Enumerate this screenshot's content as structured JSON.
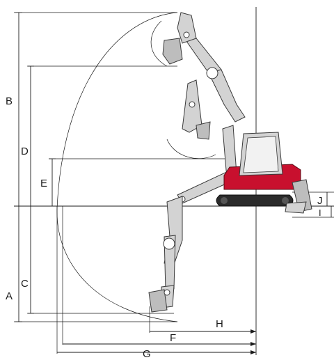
{
  "labels": {
    "A": "A",
    "B": "B",
    "C": "C",
    "D": "D",
    "E": "E",
    "F": "F",
    "G": "G",
    "H": "H",
    "I": "I",
    "J": "J"
  },
  "colors": {
    "body": "#c8102e",
    "arm": "#d3d3d3",
    "line": "#1a1a1a"
  }
}
